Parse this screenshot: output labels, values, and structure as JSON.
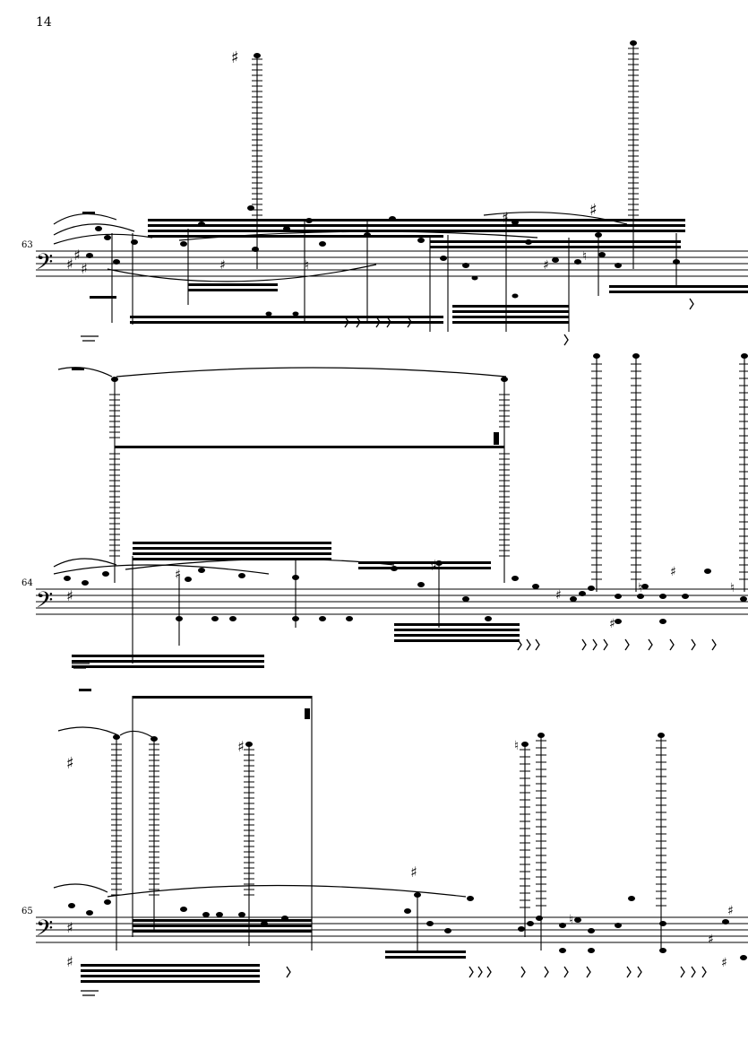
{
  "page": {
    "number": "14"
  },
  "systems": [
    {
      "measure": "63"
    },
    {
      "measure": "64"
    },
    {
      "measure": "65"
    }
  ],
  "glyphs": {
    "sharp": "♯",
    "natural": "♮",
    "bass_clef": "𝄢"
  }
}
